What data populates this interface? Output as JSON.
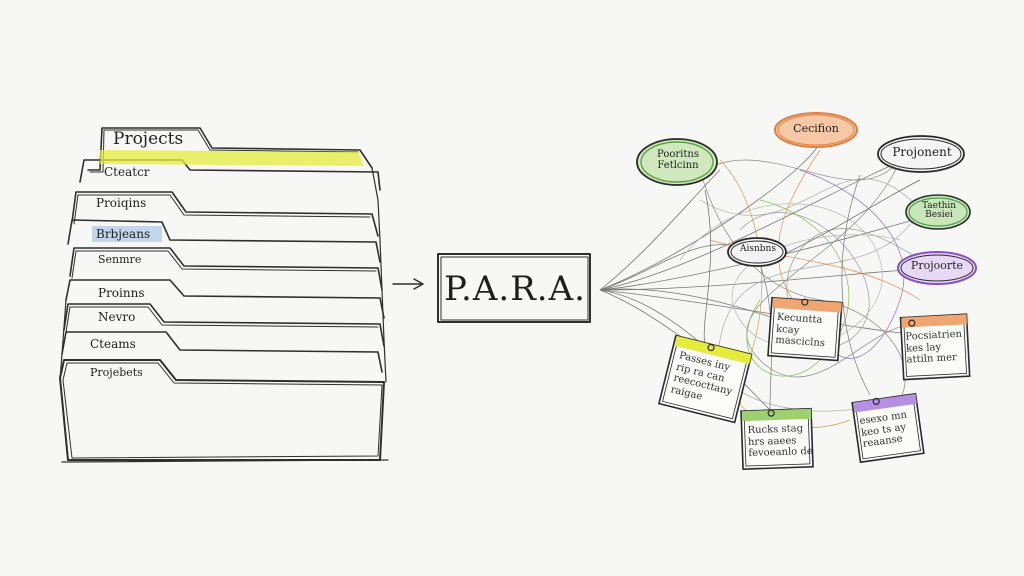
{
  "folders": {
    "tabs": [
      {
        "label": "Projects",
        "highlight": "#e6ec3c"
      },
      {
        "label": "Cteatcr"
      },
      {
        "label": "Proiqins"
      },
      {
        "label": "Brbjeans",
        "highlight": "#a9c6e8"
      },
      {
        "label": "Senmre"
      },
      {
        "label": "Proinns"
      },
      {
        "label": "Nevro"
      },
      {
        "label": "Cteams"
      },
      {
        "label": "Projebets"
      }
    ]
  },
  "center": {
    "label": "P.A.R.A."
  },
  "network": {
    "bubbles": [
      {
        "label_line1": "Cecifion",
        "label_line2": "",
        "color": "#e98a4c"
      },
      {
        "label_line1": "Pooritns",
        "label_line2": "Fetlcinn",
        "color": "#6bb34a"
      },
      {
        "label_line1": "Projonent",
        "label_line2": "",
        "color": "#3a3a3a"
      },
      {
        "label_line1": "Taethin",
        "label_line2": "Besiei",
        "color": "#4aa34a"
      },
      {
        "label_line1": "Aisnbns",
        "label_line2": "",
        "color": "#3a3a3a"
      },
      {
        "label_line1": "Projoorte",
        "label_line2": "",
        "color": "#8a4cc7"
      }
    ],
    "notes": [
      {
        "text": "Kecuntta\nkcay\nmasciclns",
        "color": "#e98a4c"
      },
      {
        "text": "Pocsiatrien\nkes lay\nattiln mer",
        "color": "#e98a4c"
      },
      {
        "text": "Passes iny\nrip ra can\nreecocttany\nraigae",
        "color": "#e6ec3c"
      },
      {
        "text": "Rucks stag\nhrs aaees\nfevoeanlo de",
        "color": "#7fbf4a"
      },
      {
        "text": "esexo mn\nkeo ts ay\nreaanse",
        "color": "#9a6bd1"
      }
    ]
  }
}
